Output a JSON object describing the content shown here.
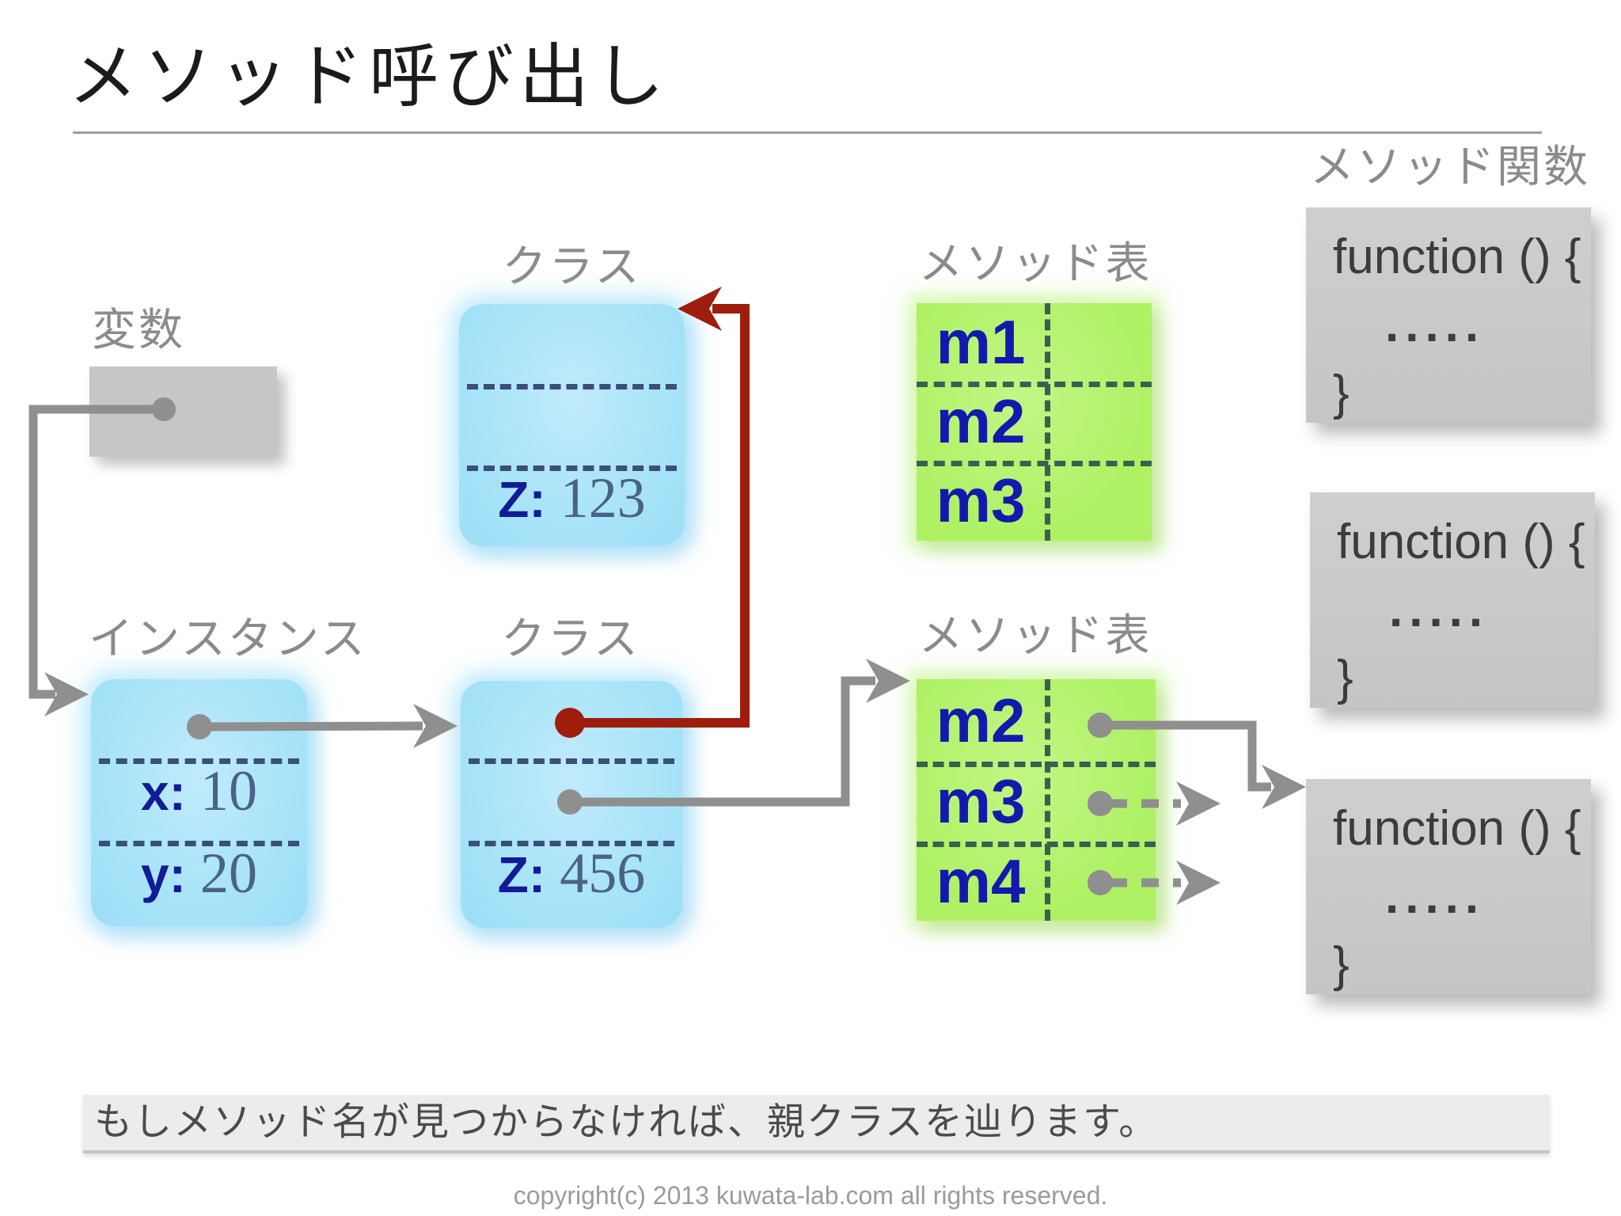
{
  "title": "メソッド呼び出し",
  "variable": {
    "label": "変数"
  },
  "instance": {
    "label": "インスタンス",
    "fields": [
      {
        "name": "x:",
        "value": "10"
      },
      {
        "name": "y:",
        "value": "20"
      }
    ]
  },
  "class_top": {
    "label": "クラス",
    "field": {
      "name": "Z:",
      "value": "123"
    }
  },
  "class_bottom": {
    "label": "クラス",
    "field": {
      "name": "Z:",
      "value": "456"
    }
  },
  "method_table_top": {
    "label": "メソッド表",
    "rows": [
      "m1",
      "m2",
      "m3"
    ]
  },
  "method_table_bottom": {
    "label": "メソッド表",
    "rows": [
      "m2",
      "m3",
      "m4"
    ]
  },
  "method_function": {
    "label": "メソッド関数",
    "boxes": [
      {
        "open": "function () {",
        "body": ".....",
        "close": "}"
      },
      {
        "open": "function () {",
        "body": ".....",
        "close": "}"
      },
      {
        "open": "function () {",
        "body": ".....",
        "close": "}"
      }
    ]
  },
  "note": "もしメソッド名が見つからなければ、親クラスを辿ります。",
  "copyright": "copyright(c) 2013 kuwata-lab.com all rights reserved.",
  "colors": {
    "arrow_gray": "#8f8f8f",
    "arrow_red": "#9e1d0d",
    "blue_box": "#a7e3f8",
    "green_box": "#aef164",
    "method_text": "#1319ad",
    "field_name": "#121c96",
    "field_value": "#4a6288"
  }
}
